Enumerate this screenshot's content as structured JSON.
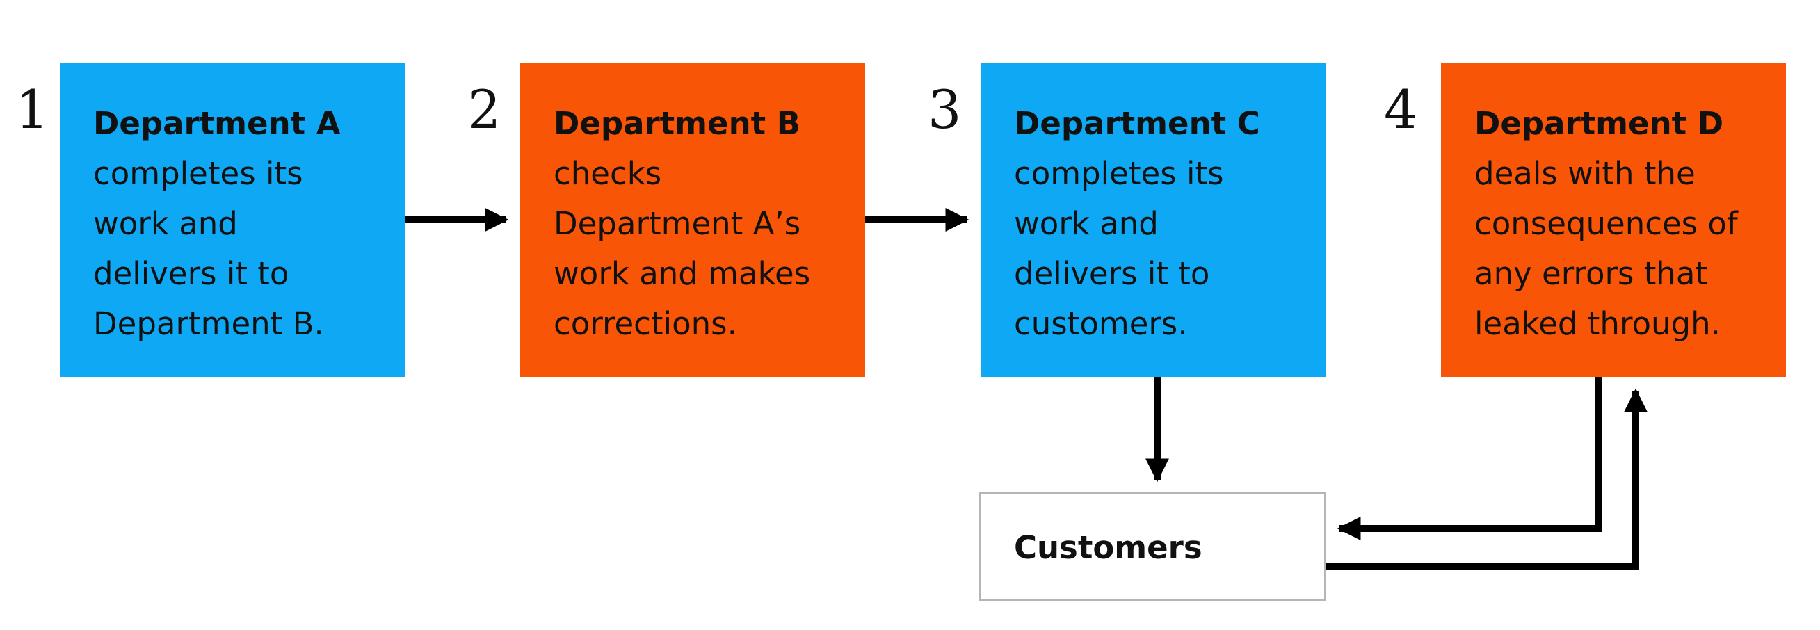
{
  "colors": {
    "blue": "#0ea8f4",
    "orange": "#f95507",
    "arrow": "#000000"
  },
  "steps": [
    {
      "number": "1",
      "title": "Department A",
      "lines": [
        "completes its",
        "work and",
        "delivers it to",
        "Department B."
      ],
      "color": "blue"
    },
    {
      "number": "2",
      "title": "Department B",
      "lines": [
        "checks",
        "Department A’s",
        "work and makes",
        "corrections."
      ],
      "color": "orange"
    },
    {
      "number": "3",
      "title": "Department C",
      "lines": [
        "completes its",
        "work and",
        "delivers it to",
        "customers."
      ],
      "color": "blue"
    },
    {
      "number": "4",
      "title": "Department D",
      "lines": [
        "deals with the",
        "consequences of",
        "any errors that",
        "leaked through."
      ],
      "color": "orange"
    }
  ],
  "customers": {
    "label": "Customers"
  }
}
